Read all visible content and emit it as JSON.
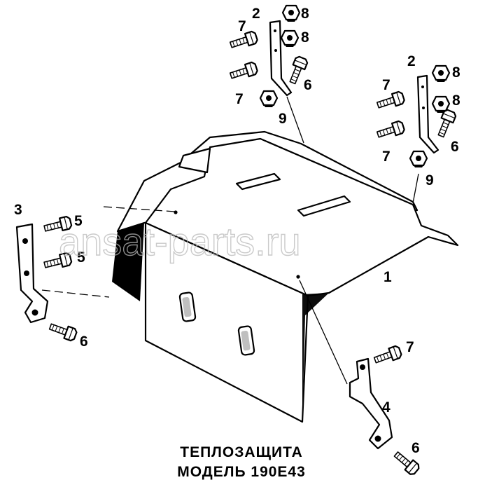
{
  "labels": {
    "cover": "1",
    "bracket_top": "2",
    "bracket_left": "3",
    "bracket_bottom": "4",
    "bolt_5": "5",
    "bolt_6": "6",
    "bolt_7": "7",
    "nut_8": "8",
    "nut_9": "9"
  },
  "caption": {
    "line1": "ТЕПЛОЗАЩИТА",
    "line2": "МОДЕЛЬ 190Е43"
  },
  "watermark": "ansat-parts.ru"
}
